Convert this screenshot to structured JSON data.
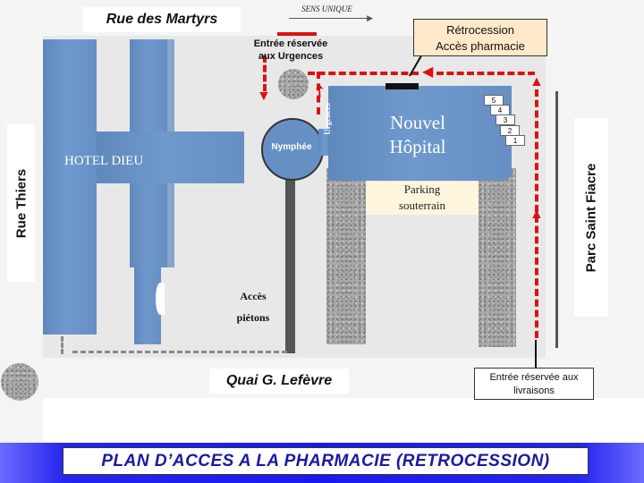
{
  "streets": {
    "rue_martyrs": "Rue des Martyrs",
    "rue_thiers": "Rue Thiers",
    "quai": "Quai G. Lefèvre",
    "parc": "Parc Saint Fiacre",
    "sens_unique": "SENS UNIQUE"
  },
  "buildings": {
    "hotel_dieu": "HOTEL DIEU",
    "nymphee": "Nymphée",
    "urgences": "Urgences",
    "nouvel_hopital_line1": "Nouvel",
    "nouvel_hopital_line2": "Hôpital",
    "parking_line1": "Parking",
    "parking_line2": "souterrain"
  },
  "labels": {
    "entree_urgences_line1": "Entrée réservée",
    "entree_urgences_line2": "aux Urgences",
    "retrocession_line1": "Rétrocession",
    "retrocession_line2": "Accès pharmacie",
    "acces_pietons_line1": "Accès",
    "acces_pietons_line2": "piétons",
    "livraisons_line1": "Entrée réservée aux",
    "livraisons_line2": "livraisons"
  },
  "steps": [
    "5",
    "4",
    "3",
    "2",
    "1"
  ],
  "footer": {
    "title": "PLAN D’ACCES A LA PHARMACIE (RETROCESSION)"
  },
  "colors": {
    "building": "#6690c4",
    "route": "#dd1111",
    "footer_bg": "#1a1aee",
    "retrocession_box": "#ffe9c8"
  }
}
